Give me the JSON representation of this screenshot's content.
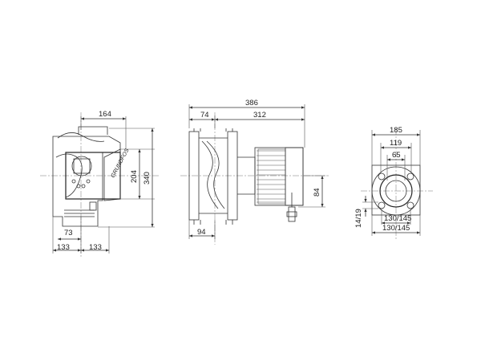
{
  "front_view": {
    "dim_top": "164",
    "dim_right_inner": "204",
    "dim_right_outer": "340",
    "dim_bottom_inner": "73",
    "dim_bottom_left": "133",
    "dim_bottom_right": "133"
  },
  "side_view": {
    "dim_overall": "386",
    "dim_left": "74",
    "dim_right": "312",
    "dim_motor_height": "84",
    "dim_bottom": "94"
  },
  "flange_view": {
    "dim_outer": "185",
    "dim_bolt": "119",
    "dim_bore": "65",
    "dim_hole": "14/19",
    "dim_pcd_inner": "130/145",
    "dim_pcd_outer": "130/145"
  }
}
